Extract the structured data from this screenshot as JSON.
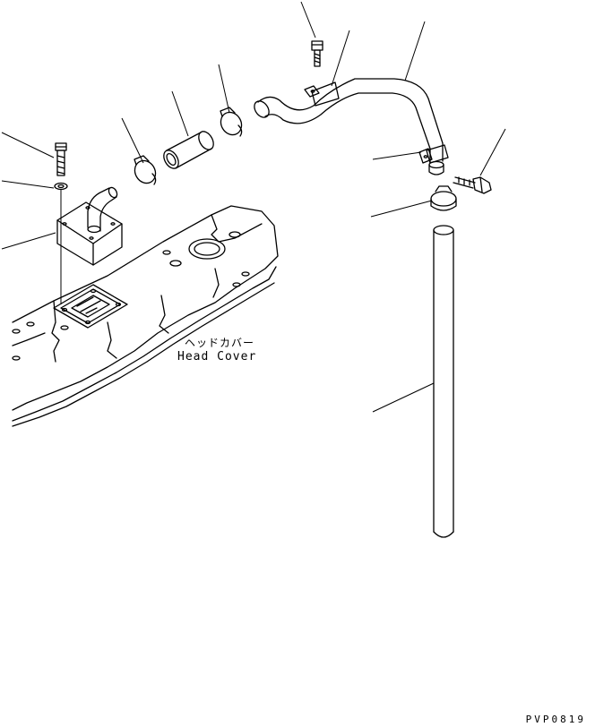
{
  "labels": {
    "head_cover_jp": "ヘッドカバー",
    "head_cover_en": "Head Cover"
  },
  "drawing_code": "PVP0819",
  "colors": {
    "line": "#000000",
    "background": "#ffffff"
  }
}
